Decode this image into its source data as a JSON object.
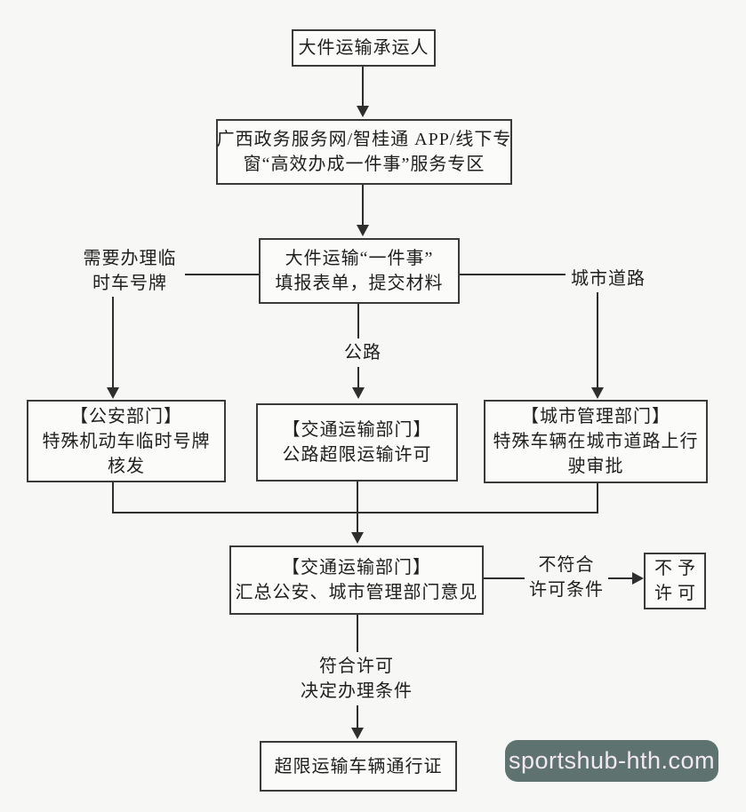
{
  "colors": {
    "background": "#f7f7f5",
    "line": "#2e2e2e",
    "box_border": "#3a3a3a",
    "text": "#1f1f1f",
    "watermark_bg": "#5e7370",
    "watermark_text": "#f2e8f1"
  },
  "nodes": {
    "carrier": {
      "line1": "大件运输承运人"
    },
    "portal": {
      "line1": "广西政务服务网/智桂通 APP/线下专",
      "line2": "窗“高效办成一件事”服务专区"
    },
    "form": {
      "line1": "大件运输“一件事”",
      "line2": "填报表单，提交材料"
    },
    "police": {
      "line1": "【公安部门】",
      "line2": "特殊机动车临时号牌",
      "line3": "核发"
    },
    "highway_dept": {
      "line1": "【交通运输部门】",
      "line2": "公路超限运输许可"
    },
    "city_dept": {
      "line1": "【城市管理部门】",
      "line2": "特殊车辆在城市道路上行",
      "line3": "驶审批"
    },
    "summary": {
      "line1": "【交通运输部门】",
      "line2": "汇总公安、城市管理部门意见"
    },
    "deny": {
      "line1": "不予",
      "line2": "许可"
    },
    "permit": {
      "line1": "超限运输车辆通行证"
    }
  },
  "edge_labels": {
    "temp_plate": {
      "line1": "需要办理临",
      "line2": "时车号牌"
    },
    "highway": {
      "line1": "公路"
    },
    "city_road": {
      "line1": "城市道路"
    },
    "not_qualified": {
      "line1": "不符合",
      "line2": "许可条件"
    },
    "qualified": {
      "line1": "符合许可",
      "line2": "决定办理条件"
    }
  },
  "watermark": {
    "text": "sportshub-hth.com"
  }
}
